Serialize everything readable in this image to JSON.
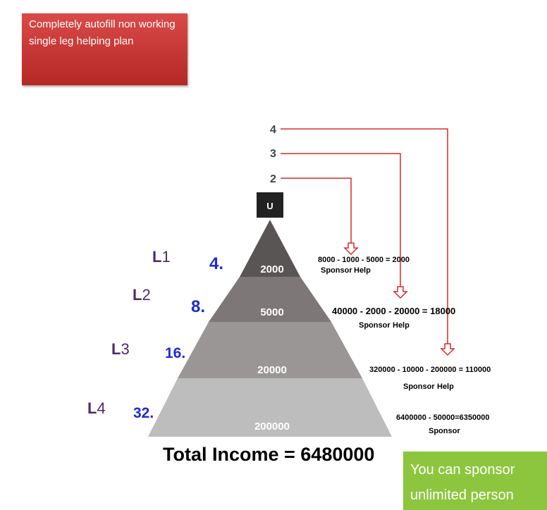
{
  "callouts": {
    "red_text": "Completely autofill  non working single leg helping plan",
    "green_text": "You can sponsor unlimited person"
  },
  "top": {
    "node_label": "U",
    "arrow_numbers": [
      "2",
      "3",
      "4"
    ]
  },
  "levels": [
    {
      "prefix": "L",
      "num": "1",
      "count": "4.",
      "amount": "2000",
      "calc": "8000 - 1000 - 5000 = 2000",
      "sponsor": "Sponsor",
      "help": "Help"
    },
    {
      "prefix": "L",
      "num": "2",
      "count": "8.",
      "amount": "5000",
      "calc": "40000 - 2000 - 20000 = 18000",
      "sponsor": "Sponsor",
      "help": "Help"
    },
    {
      "prefix": "L",
      "num": "3",
      "count": "16.",
      "amount": "20000",
      "calc": "320000 - 10000 - 200000 = 110000",
      "sponsor": "Sponsor",
      "help": "Help"
    },
    {
      "prefix": "L",
      "num": "4",
      "count": "32.",
      "amount": "200000",
      "calc": "6400000 - 50000=6350000",
      "sponsor": "Sponsor",
      "help": ""
    }
  ],
  "total": "Total Income = 6480000",
  "colors": {
    "tier1": "#5a5555",
    "tier2": "#7d7777",
    "tier3": "#9b9696",
    "tier4": "#bdbdbd",
    "arrow": "#d52b2b"
  }
}
